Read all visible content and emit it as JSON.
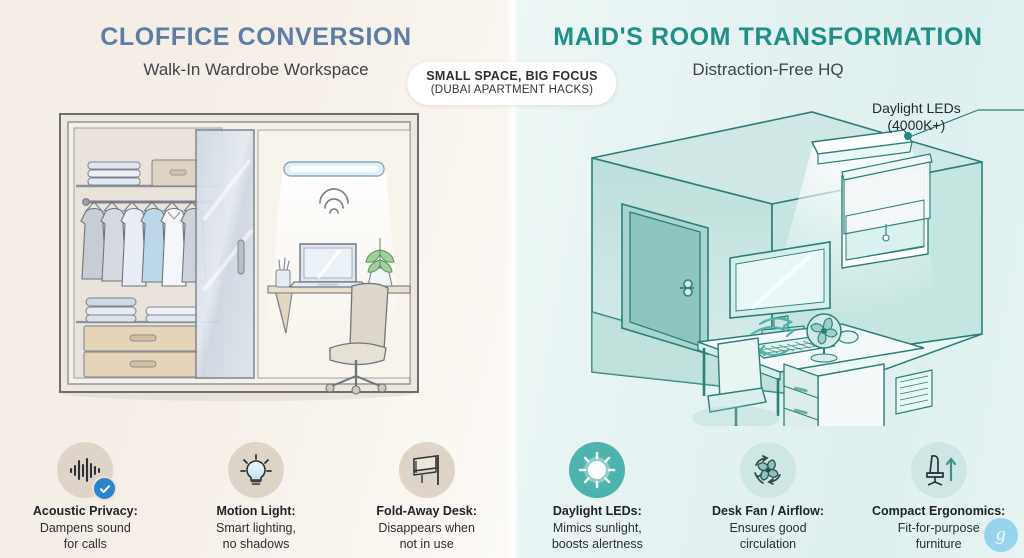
{
  "left_panel": {
    "title": "CLOFFICE CONVERSION",
    "subtitle": "Walk-In Wardrobe Workspace",
    "accent_color": "#5d7da6",
    "background_color": "#f3ede5",
    "features": [
      {
        "icon": "sound-wave-check-icon",
        "heading": "Acoustic Privacy:",
        "line1": "Dampens sound",
        "line2": "for calls"
      },
      {
        "icon": "lightbulb-icon",
        "heading": "Motion Light:",
        "line1": "Smart lighting,",
        "line2": "no shadows"
      },
      {
        "icon": "fold-away-desk-icon",
        "heading": "Fold-Away Desk:",
        "line1": "Disappears when",
        "line2": "not in use"
      }
    ]
  },
  "right_panel": {
    "title": "MAID'S ROOM TRANSFORMATION",
    "subtitle": "Distraction-Free HQ",
    "accent_color": "#1f9088",
    "background_color": "#e4f2f1",
    "annotation": {
      "line1": "Daylight LEDs",
      "line2": "(4000K+)"
    },
    "features": [
      {
        "icon": "sun-burst-icon",
        "heading": "Daylight LEDs:",
        "line1": "Mimics sunlight,",
        "line2": "boosts alertness"
      },
      {
        "icon": "fan-airflow-icon",
        "heading": "Desk Fan / Airflow:",
        "line1": "Ensures good",
        "line2": "circulation"
      },
      {
        "icon": "office-chair-arrow-icon",
        "heading": "Compact Ergonomics:",
        "line1": "Fit-for-purpose",
        "line2": "furniture"
      }
    ]
  },
  "badge": {
    "main": "SMALL SPACE, BIG FOCUS",
    "sub": "(DUBAI APARTMENT HACKS)"
  },
  "watermark": {
    "glyph": "g",
    "name": "brand-watermark"
  }
}
